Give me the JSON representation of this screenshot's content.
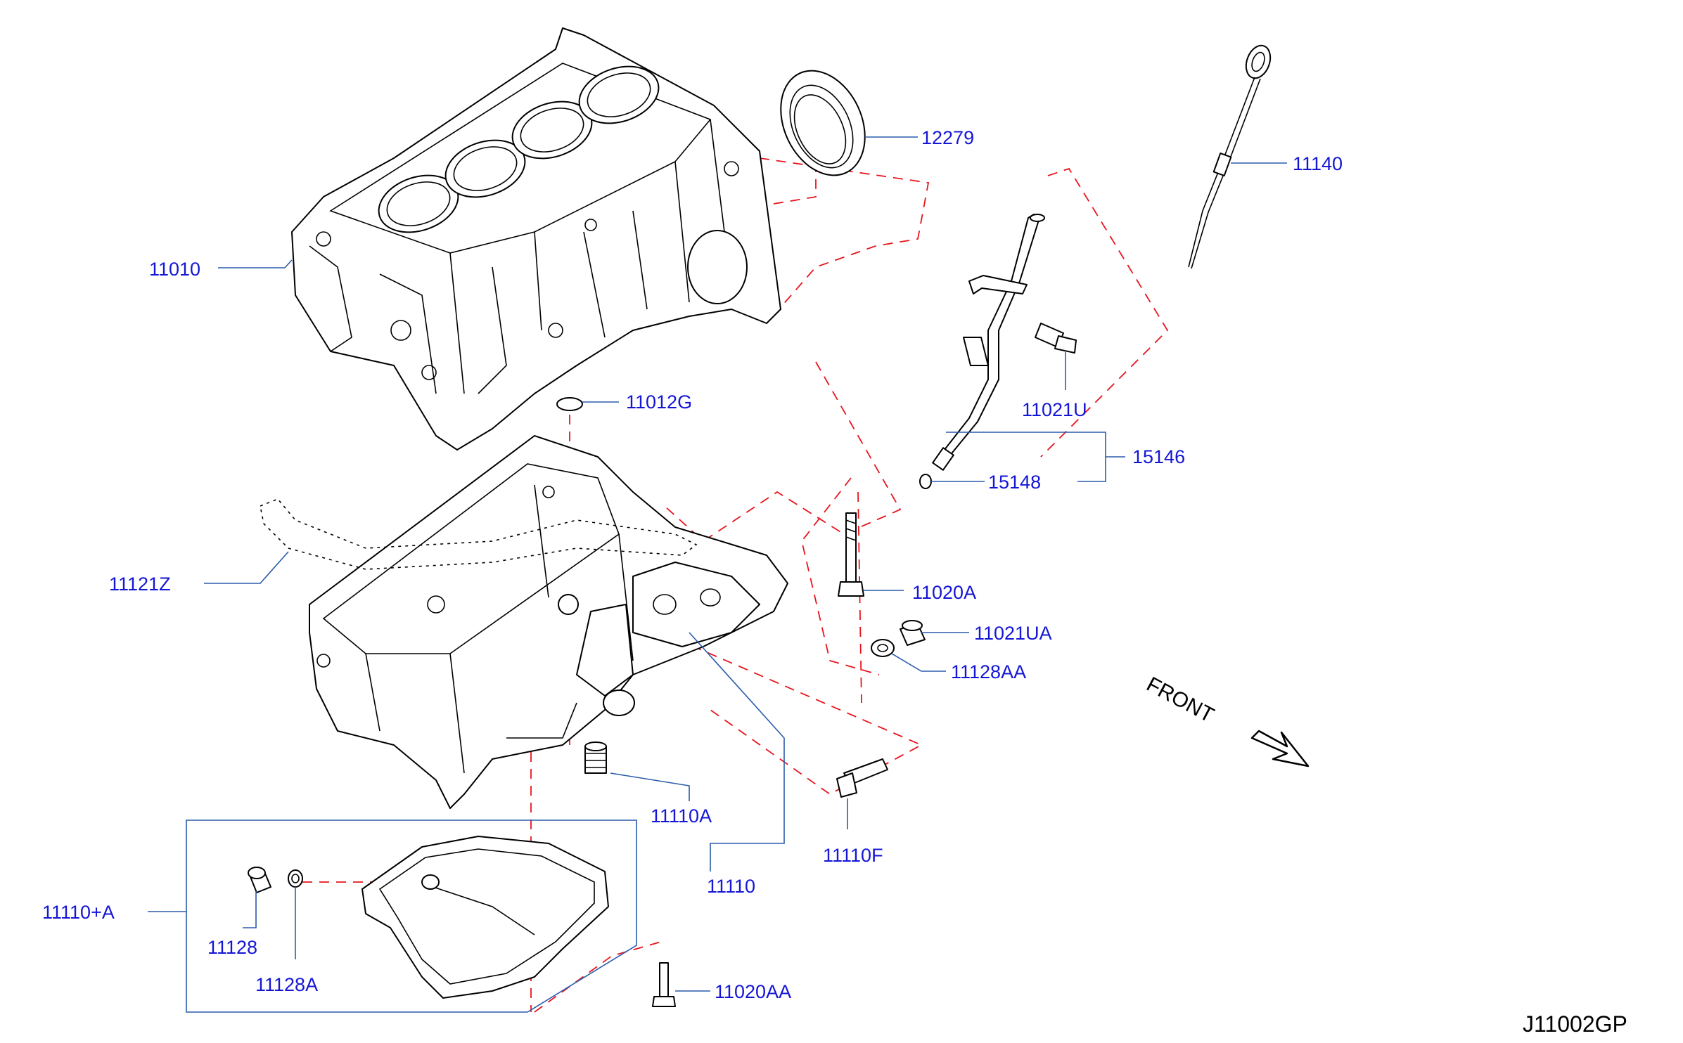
{
  "diagram": {
    "drawing_code": "J11002GP",
    "direction_label": "FRONT",
    "parts": [
      {
        "id": "11010",
        "label": "11010"
      },
      {
        "id": "12279",
        "label": "12279"
      },
      {
        "id": "11140",
        "label": "11140"
      },
      {
        "id": "11012G",
        "label": "11012G"
      },
      {
        "id": "11021U",
        "label": "11021U"
      },
      {
        "id": "15146",
        "label": "15146"
      },
      {
        "id": "15148",
        "label": "15148"
      },
      {
        "id": "11121Z",
        "label": "11121Z"
      },
      {
        "id": "11020A",
        "label": "11020A"
      },
      {
        "id": "11021UA",
        "label": "11021UA"
      },
      {
        "id": "11128AA",
        "label": "11128AA"
      },
      {
        "id": "11110A",
        "label": "11110A"
      },
      {
        "id": "11110",
        "label": "11110"
      },
      {
        "id": "11110F",
        "label": "11110F"
      },
      {
        "id": "11110+A",
        "label": "11110+A"
      },
      {
        "id": "11128",
        "label": "11128"
      },
      {
        "id": "11128A",
        "label": "11128A"
      },
      {
        "id": "11020AA",
        "label": "11020AA"
      }
    ],
    "colors": {
      "label": "#1416d6",
      "leader": "#2a5caa",
      "phantom": "#e8141c",
      "line": "#000000"
    }
  }
}
